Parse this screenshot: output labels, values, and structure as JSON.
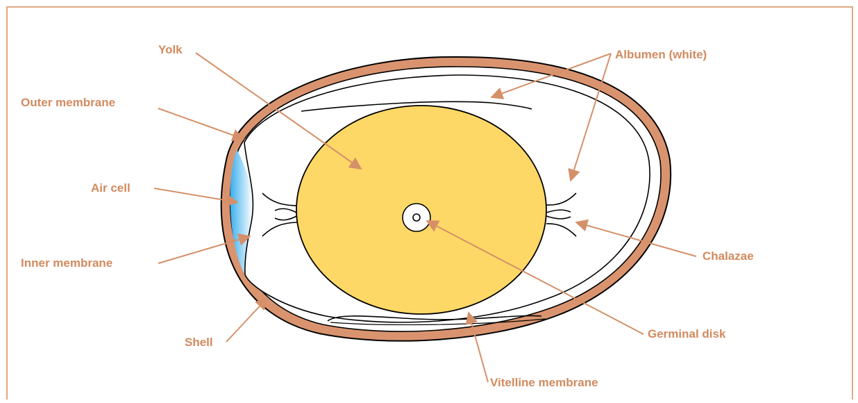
{
  "diagram": {
    "labels": {
      "yolk": "Yolk",
      "albumen": "Albumen (white)",
      "outer_membrane": "Outer membrane",
      "air_cell": "Air cell",
      "inner_membrane": "Inner membrane",
      "shell": "Shell",
      "chalazae": "Chalazae",
      "germinal_disk": "Germinal disk",
      "vitelline_membrane": "Vitelline membrane"
    },
    "colors": {
      "shell": "#D9946F",
      "yolk": "#FED866",
      "air_cell": "#4FB8F0",
      "label": "#D28A5E",
      "leader_line": "#D59069",
      "frame": "#E0A882"
    }
  }
}
